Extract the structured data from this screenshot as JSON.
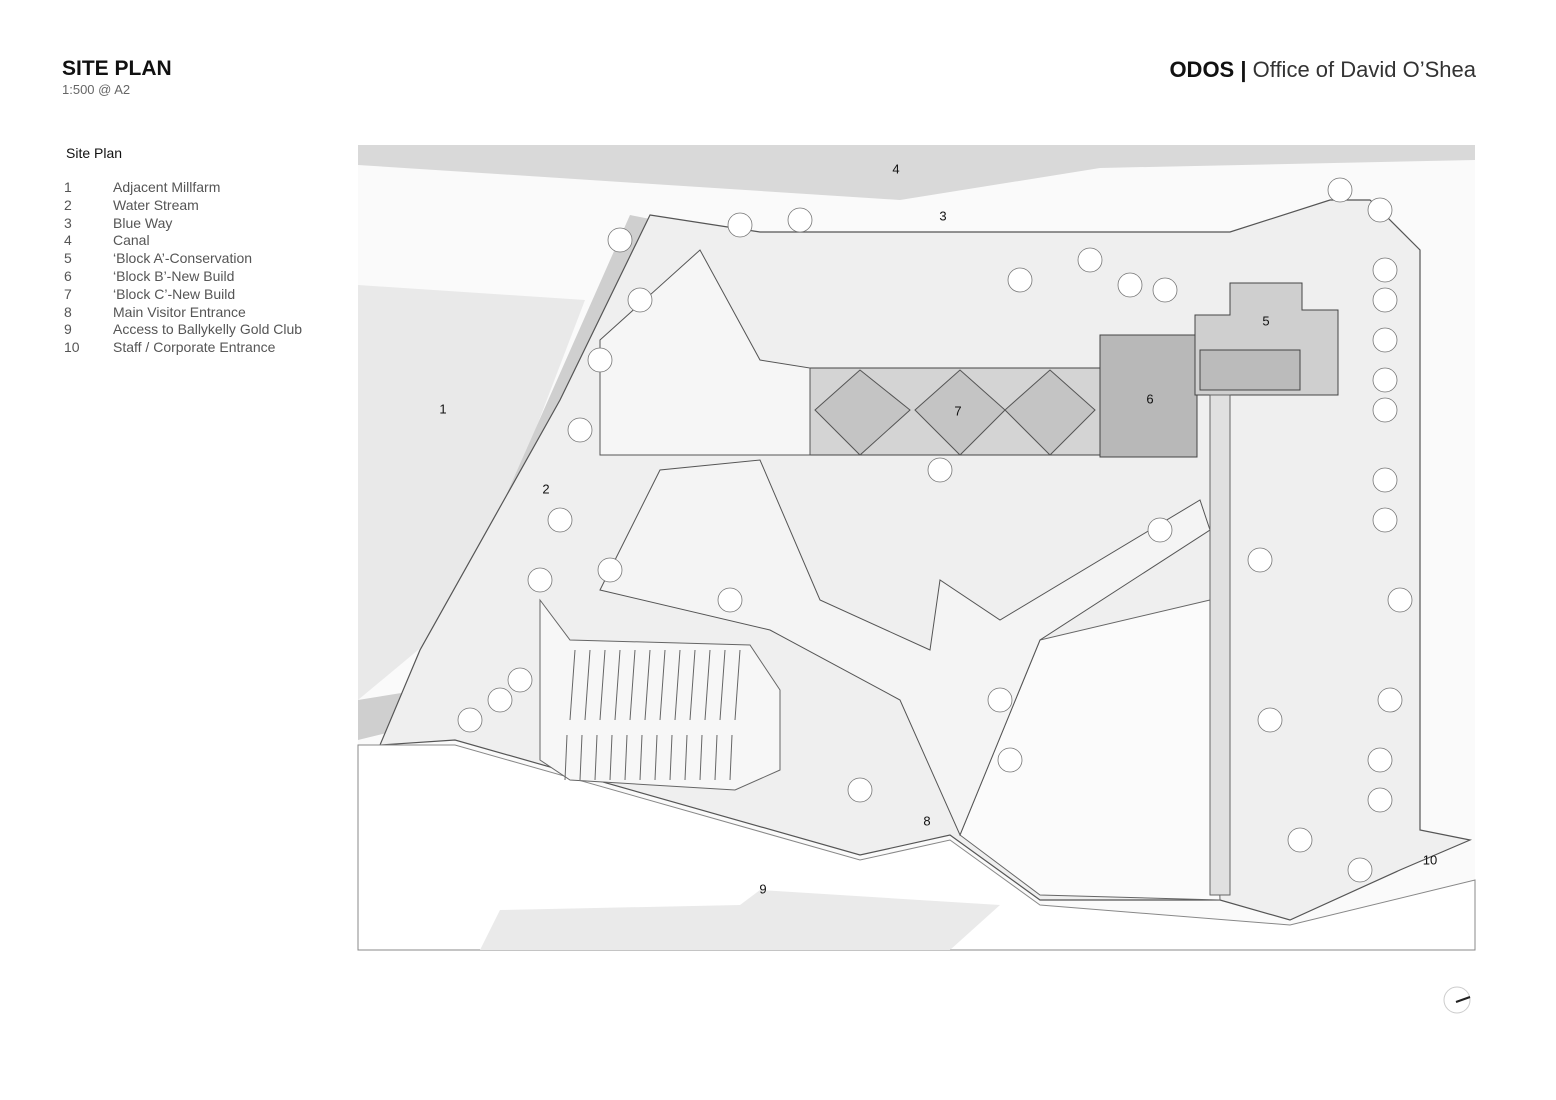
{
  "header": {
    "title": "SITE PLAN",
    "scale": "1:500 @ A2",
    "brand_bold": "ODOS |",
    "brand_text": " Office of David O’Shea"
  },
  "legend": {
    "title": "Site Plan",
    "items": [
      {
        "num": "1",
        "label": "Adjacent Millfarm"
      },
      {
        "num": "2",
        "label": "Water Stream"
      },
      {
        "num": "3",
        "label": "Blue Way"
      },
      {
        "num": "4",
        "label": "Canal"
      },
      {
        "num": "5",
        "label": "‘Block A’-Conservation"
      },
      {
        "num": "6",
        "label": "‘Block B’-New Build"
      },
      {
        "num": "7",
        "label": "‘Block C’-New Build"
      },
      {
        "num": "8",
        "label": "Main Visitor Entrance"
      },
      {
        "num": "9",
        "label": "Access to Ballykelly Gold Club"
      },
      {
        "num": "10",
        "label": "Staff / Corporate Entrance"
      }
    ]
  },
  "plan_labels": [
    "1",
    "2",
    "3",
    "4",
    "5",
    "6",
    "7",
    "8",
    "9",
    "10"
  ],
  "colors": {
    "canal": "#d9d9d9",
    "ground": "#f2f2f2",
    "roof": "#bdbdbd",
    "line": "#555555"
  },
  "north_arrow_icon": "north-arrow-icon"
}
